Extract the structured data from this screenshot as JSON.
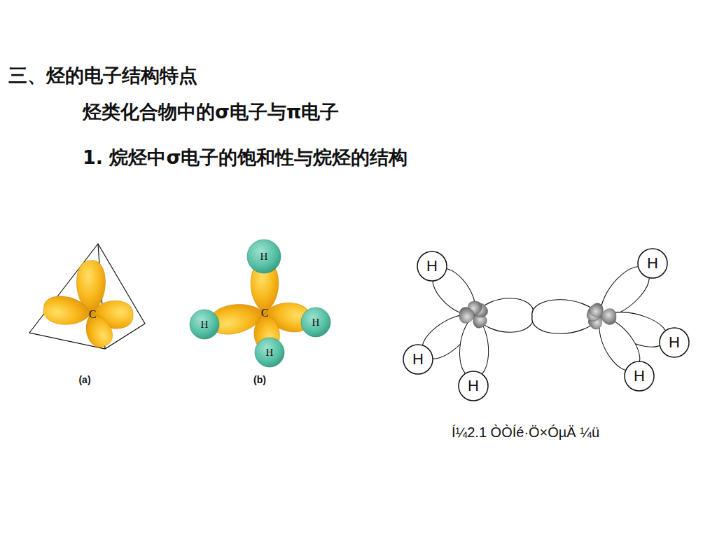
{
  "diagram": {
    "title": "三、烃的电子结构特点",
    "caption": "Í¼2.1 ÒÒÍé·Ö×ÓµÄ ¼ü",
    "nodes": [
      {
        "text": [
          "H"
        ]
      },
      {
        "text": [
          "H"
        ]
      },
      {
        "text": [
          "H"
        ]
      },
      {
        "text": [
          "H"
        ]
      },
      {
        "text": [
          "H"
        ]
      },
      {
        "text": [
          "H"
        ]
      },
      {
        "text": [
          "H"
        ]
      },
      {
        "text": [
          "H"
        ]
      },
      {
        "text": [
          "H"
        ]
      },
      {
        "text": [
          "H"
        ]
      }
    ],
    "labels": [
      "烃类化合物中的σ电子与π电子",
      "1. 烷烃中σ电子的饱和性与烷烃的结构",
      "C",
      "C",
      "(a)",
      "(b)"
    ]
  }
}
